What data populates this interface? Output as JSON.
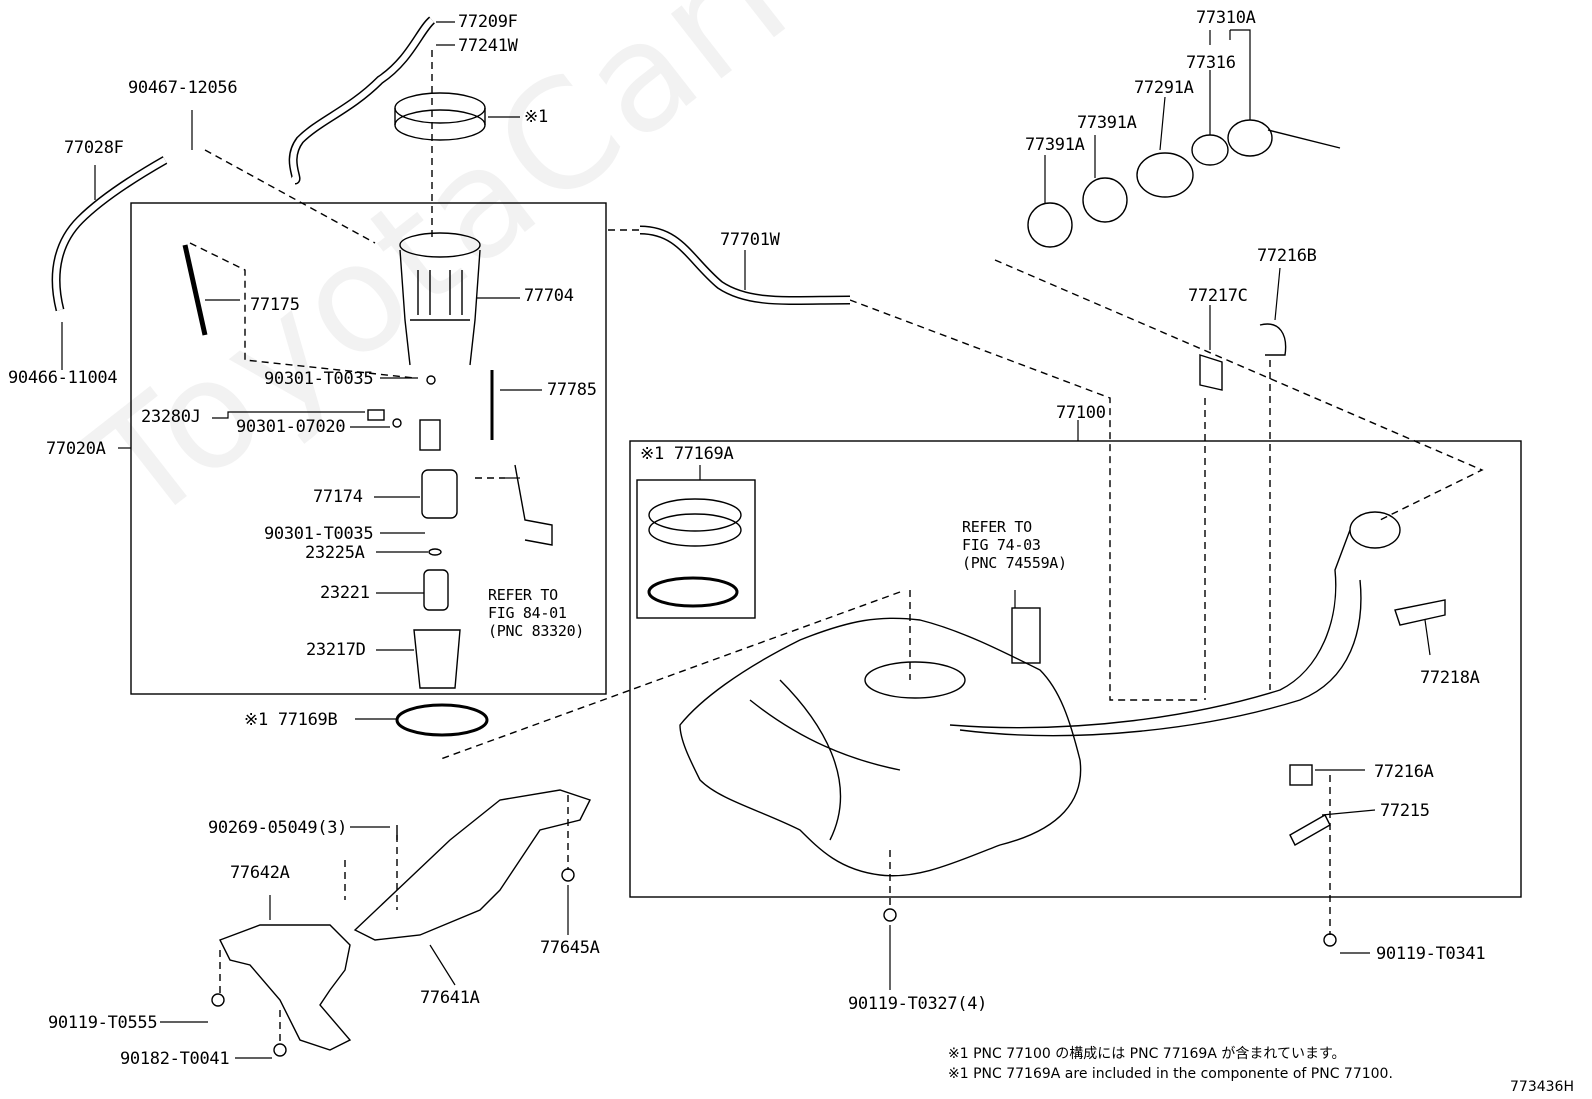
{
  "watermark": "ToyotaCarMine.ru",
  "figure_code": "773436H",
  "notes": {
    "line1": "※1 PNC 77100 の構成には PNC 77169A が含まれています。",
    "line2": "※1 PNC 77169A are included in the componente of PNC 77100."
  },
  "parts": {
    "p77209F": "77209F",
    "p77241W": "77241W",
    "mark1_ring": "※1",
    "p90467_12056": "90467-12056",
    "p77028F": "77028F",
    "p90466_11004": "90466-11004",
    "p77704": "77704",
    "p77175": "77175",
    "p90301_T0035a": "90301-T0035",
    "p77785": "77785",
    "p23280J": "23280J",
    "p90301_07020": "90301-07020",
    "p77020A": "77020A",
    "p77174": "77174",
    "p90301_T0035b": "90301-T0035",
    "p23225A": "23225A",
    "p23221": "23221",
    "p23217D": "23217D",
    "p77169B": "※1 77169B",
    "p77701W": "77701W",
    "p77310A": "77310A",
    "p77316": "77316",
    "p77291A": "77291A",
    "p77391A_a": "77391A",
    "p77391A_b": "77391A",
    "p77216B": "77216B",
    "p77217C": "77217C",
    "p77100": "77100",
    "p77169A": "※1 77169A",
    "p77218A": "77218A",
    "p77216A": "77216A",
    "p77215": "77215",
    "p90119_T0341": "90119-T0341",
    "p90119_T0327": "90119-T0327(4)",
    "p90269_05049": "90269-05049(3)",
    "p77642A": "77642A",
    "p77645A": "77645A",
    "p77641A": "77641A",
    "p90119_T0555": "90119-T0555",
    "p90182_T0041": "90182-T0041"
  },
  "refers": {
    "fig84": "REFER TO\nFIG 84-01\n(PNC 83320)",
    "fig74": "REFER TO\nFIG 74-03\n(PNC 74559A)"
  }
}
